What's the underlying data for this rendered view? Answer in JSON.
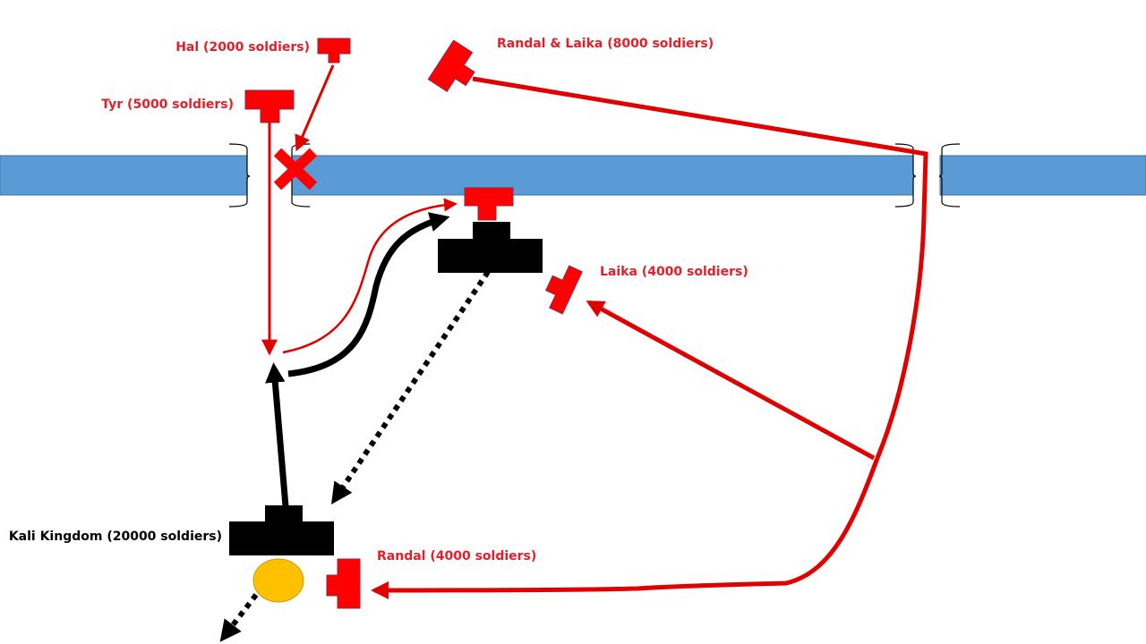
{
  "colors": {
    "ally": "#ff0000",
    "ally_stroke": "#7a3a5a",
    "enemy": "#000000",
    "river": "#5b9bd5",
    "river_stroke": "#41719c",
    "treasure": "#ffc000",
    "red_text": "#e0202a",
    "black_text": "#000000"
  },
  "labels": {
    "hal": "Hal (2000 soldiers)",
    "tyr": "Tyr (5000 soldiers)",
    "randal_laika": "Randal & Laika (8000 soldiers)",
    "laika": "Laika (4000 soldiers)",
    "kali": "Kali Kingdom (20000 soldiers)",
    "randal": "Randal (4000 soldiers)"
  },
  "units": [
    {
      "id": "hal",
      "side": "ally",
      "soldiers": 2000
    },
    {
      "id": "tyr",
      "side": "ally",
      "soldiers": 5000
    },
    {
      "id": "randal_laika",
      "side": "ally",
      "soldiers": 8000
    },
    {
      "id": "laika",
      "side": "ally",
      "soldiers": 4000
    },
    {
      "id": "randal",
      "side": "ally",
      "soldiers": 4000
    },
    {
      "id": "kali_main",
      "side": "enemy",
      "soldiers": 20000
    },
    {
      "id": "kali_forward",
      "side": "enemy"
    },
    {
      "id": "ally_forward",
      "side": "ally"
    }
  ],
  "markers": {
    "blocked_crossing": "x-mark"
  }
}
